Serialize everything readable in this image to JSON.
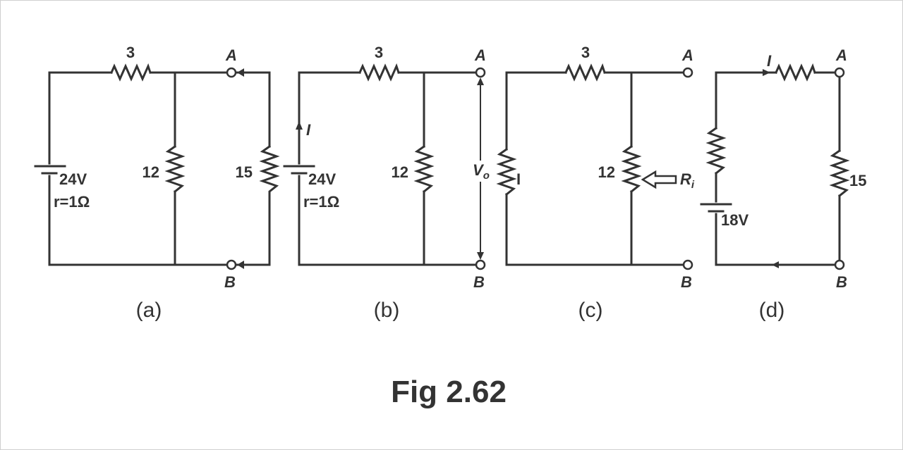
{
  "figure": {
    "title": "Fig 2.62",
    "panels": {
      "a": {
        "caption": "(a)",
        "r_top": "3",
        "r_mid": "12",
        "r_right": "15",
        "battery_v": "24V",
        "battery_r": "r=1Ω",
        "term_a": "A",
        "term_b": "B"
      },
      "b": {
        "caption": "(b)",
        "r_top": "3",
        "r_mid": "12",
        "battery_v": "24V",
        "battery_r": "r=1Ω",
        "current": "I",
        "vo_main": "V",
        "vo_sub": "o",
        "term_a": "A",
        "term_b": "B"
      },
      "c": {
        "caption": "(c)",
        "r_top": "3",
        "r_mid": "12",
        "r_left_label": "I",
        "ri_main": "R",
        "ri_sub": "i",
        "term_a": "A",
        "term_b": "B"
      },
      "d": {
        "caption": "(d)",
        "current": "I",
        "r_right": "15",
        "battery_v": "18V",
        "term_a": "A",
        "term_b": "B"
      }
    }
  }
}
